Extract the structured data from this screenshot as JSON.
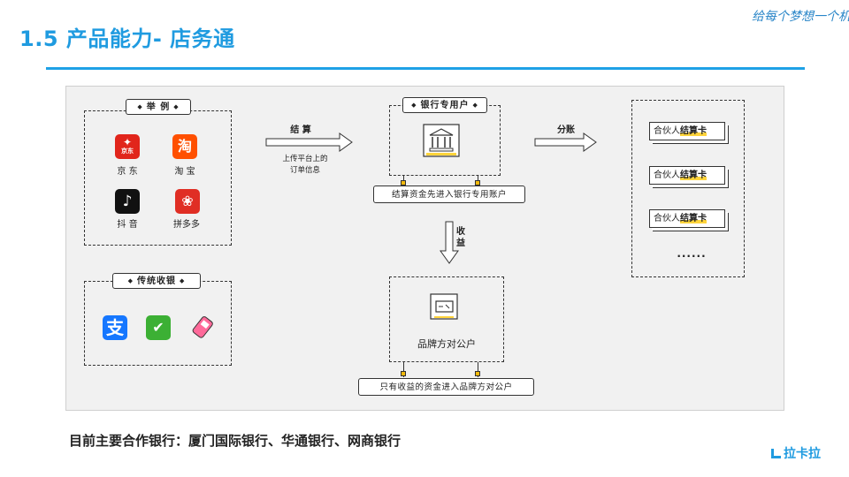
{
  "header": {
    "title": "1.5 产品能力- 店务通",
    "slogan": "给每个梦想一个机会"
  },
  "diagram": {
    "examples": {
      "tag": "举 例",
      "apps": [
        {
          "name": "京 东",
          "icon": "jd-logo-icon",
          "color": "#e1251b"
        },
        {
          "name": "淘 宝",
          "icon": "taobao-logo-icon",
          "color": "#ff5000"
        },
        {
          "name": "抖 音",
          "icon": "douyin-logo-icon",
          "color": "#111111"
        },
        {
          "name": "拼多多",
          "icon": "pinduoduo-logo-icon",
          "color": "#e02e24"
        }
      ]
    },
    "traditional": {
      "tag": "传统收银",
      "icons": [
        "alipay-icon",
        "wechat-pay-icon",
        "pos-terminal-icon"
      ]
    },
    "settle": {
      "label": "结 算",
      "sub1": "上传平台上的",
      "sub2": "订单信息"
    },
    "bank_account": {
      "tag": "银行专用户",
      "icon": "bank-building-icon",
      "caption": "结算资金先进入银行专用账户"
    },
    "split": {
      "label": "分账"
    },
    "income": {
      "label": "收\n益"
    },
    "brand_account": {
      "icon": "bank-card-icon",
      "label": "品牌方对公户",
      "caption": "只有收益的资金进入品牌方对公户"
    },
    "partners": {
      "cards": [
        {
          "prefix": "合伙人",
          "highlight": "结算卡"
        },
        {
          "prefix": "合伙人",
          "highlight": "结算卡"
        },
        {
          "prefix": "合伙人",
          "highlight": "结算卡"
        }
      ],
      "more": "······"
    }
  },
  "footer": {
    "text": "目前主要合作银行：厦门国际银行、华通银行、网商银行",
    "brand": "拉卡拉"
  }
}
